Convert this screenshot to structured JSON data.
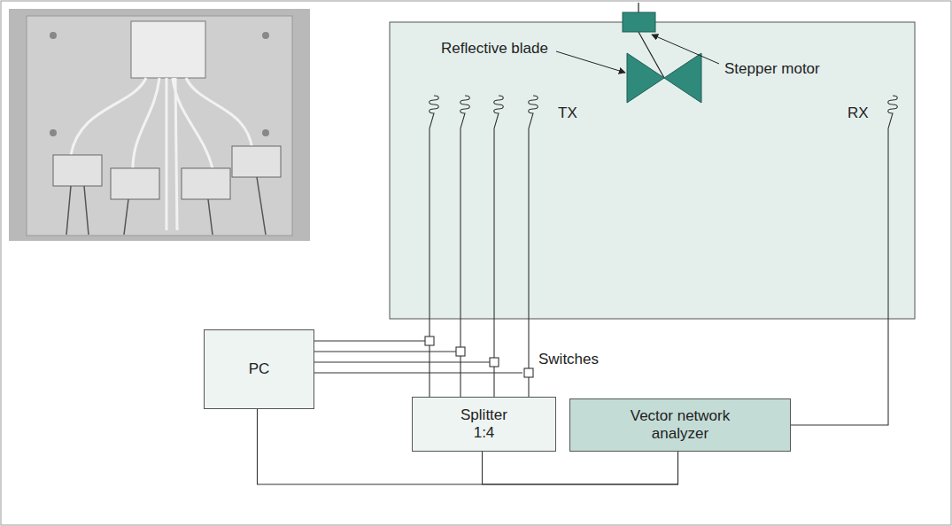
{
  "diagram": {
    "nodes": [
      {
        "text": [
          "PC"
        ]
      },
      {
        "text": [
          "Splitter 1:4"
        ]
      },
      {
        "text": [
          "Vector network analyzer"
        ]
      }
    ],
    "edges": [
      {
        "from": 0,
        "to": 2,
        "arrow": "none"
      },
      {
        "from": 1,
        "to": 2,
        "arrow": "none"
      }
    ],
    "labels": [
      "Reflective blade",
      "Stepper motor",
      "TX",
      "RX",
      "Switches"
    ]
  }
}
